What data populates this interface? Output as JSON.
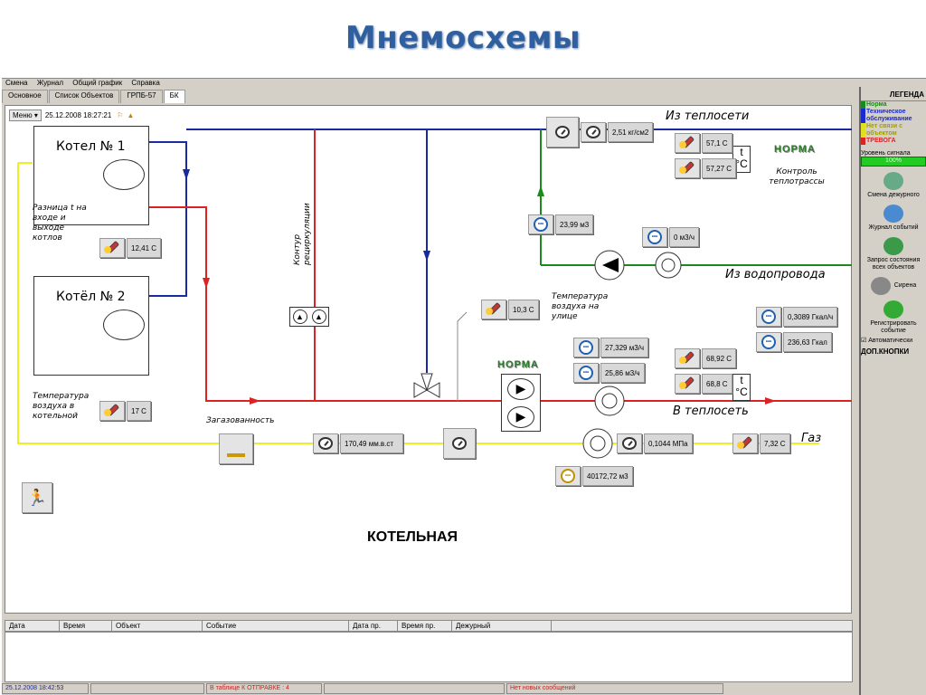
{
  "slide_title": "Мнемосхемы",
  "menu": [
    "Смена",
    "Журнал",
    "Общий график",
    "Справка"
  ],
  "tabs": [
    "Основное",
    "Список Объектов",
    "ГРПБ-57",
    "БК"
  ],
  "toolbar": {
    "menu_label": "Меню ▾",
    "datetime": "25.12.2008 18:27:21"
  },
  "boilers": {
    "b1": "Котел № 1",
    "b2": "Котёл № 2"
  },
  "notes": {
    "diff": "Разница t на входе и выходе котлов",
    "boiler_air": "Температура воздуха в котельной",
    "gas_contamination": "Загазованность",
    "circuit": "Контур рециркуляции",
    "outdoor_air": "Температура воздуха на улице",
    "control": "Контроль теплотрассы",
    "from_heating": "Из теплосети",
    "from_water": "Из водопровода",
    "to_heating": "В теплосеть",
    "gas": "Газ",
    "center": "КОТЕЛЬНАЯ"
  },
  "readings": {
    "diff_t": "12,41 С",
    "pressure_heating": "2,51 кг/см2",
    "t_in_1": "57,1 С",
    "t_in_2": "57,27 С",
    "water_volume": "23,99 м3",
    "water_flow": "0 м3/ч",
    "outdoor_t": "10,3 С",
    "heat_power": "0,3089 Гкал/ч",
    "heat_total": "236,63 Гкал",
    "flow_1": "27,329 м3/ч",
    "flow_2": "25,86 м3/ч",
    "t_out_1": "68,92 С",
    "t_out_2": "68,8 С",
    "boiler_room_t": "17 С",
    "gas_pressure": "170,49 мм.в.ст",
    "gas_pressure_2": "0,1044 МПа",
    "gas_t": "7,32 С",
    "gas_volume": "40172,72 м3"
  },
  "norma_label": "НОРМА",
  "t_label": "t °C",
  "legend": {
    "title": "ЛЕГЕНДА",
    "items": [
      {
        "label": "Норма",
        "color": "#1a8a1a"
      },
      {
        "label": "Техническое обслуживание",
        "color": "#1a2ad0"
      },
      {
        "label": "Нет связи с объектом",
        "color": "#e0e020"
      },
      {
        "label": "ТРЕВОГА",
        "color": "#dd2222"
      }
    ],
    "signal_label": "Уровень сигнала",
    "signal_value": "100%",
    "buttons": [
      "Смена дежурного",
      "Журнал событий",
      "Запрос состояния всех объектов",
      "Сирена",
      "Регистрировать событие"
    ],
    "auto_label": "Автоматически",
    "extra_label": "ДОП.КНОПКИ"
  },
  "log_columns": [
    "Дата",
    "Время",
    "Объект",
    "Событие",
    "Дата пр.",
    "Время пр.",
    "Дежурный"
  ],
  "status": {
    "datetime": "25.12.2008 18:42:53",
    "queue": "В таблице К ОТПРАВКЕ : 4",
    "messages": "Нет новых сообщений"
  },
  "colors": {
    "supply": "#dd2222",
    "return": "#1a2aa0",
    "water": "#1a8a1a",
    "gas": "#eeee22"
  }
}
